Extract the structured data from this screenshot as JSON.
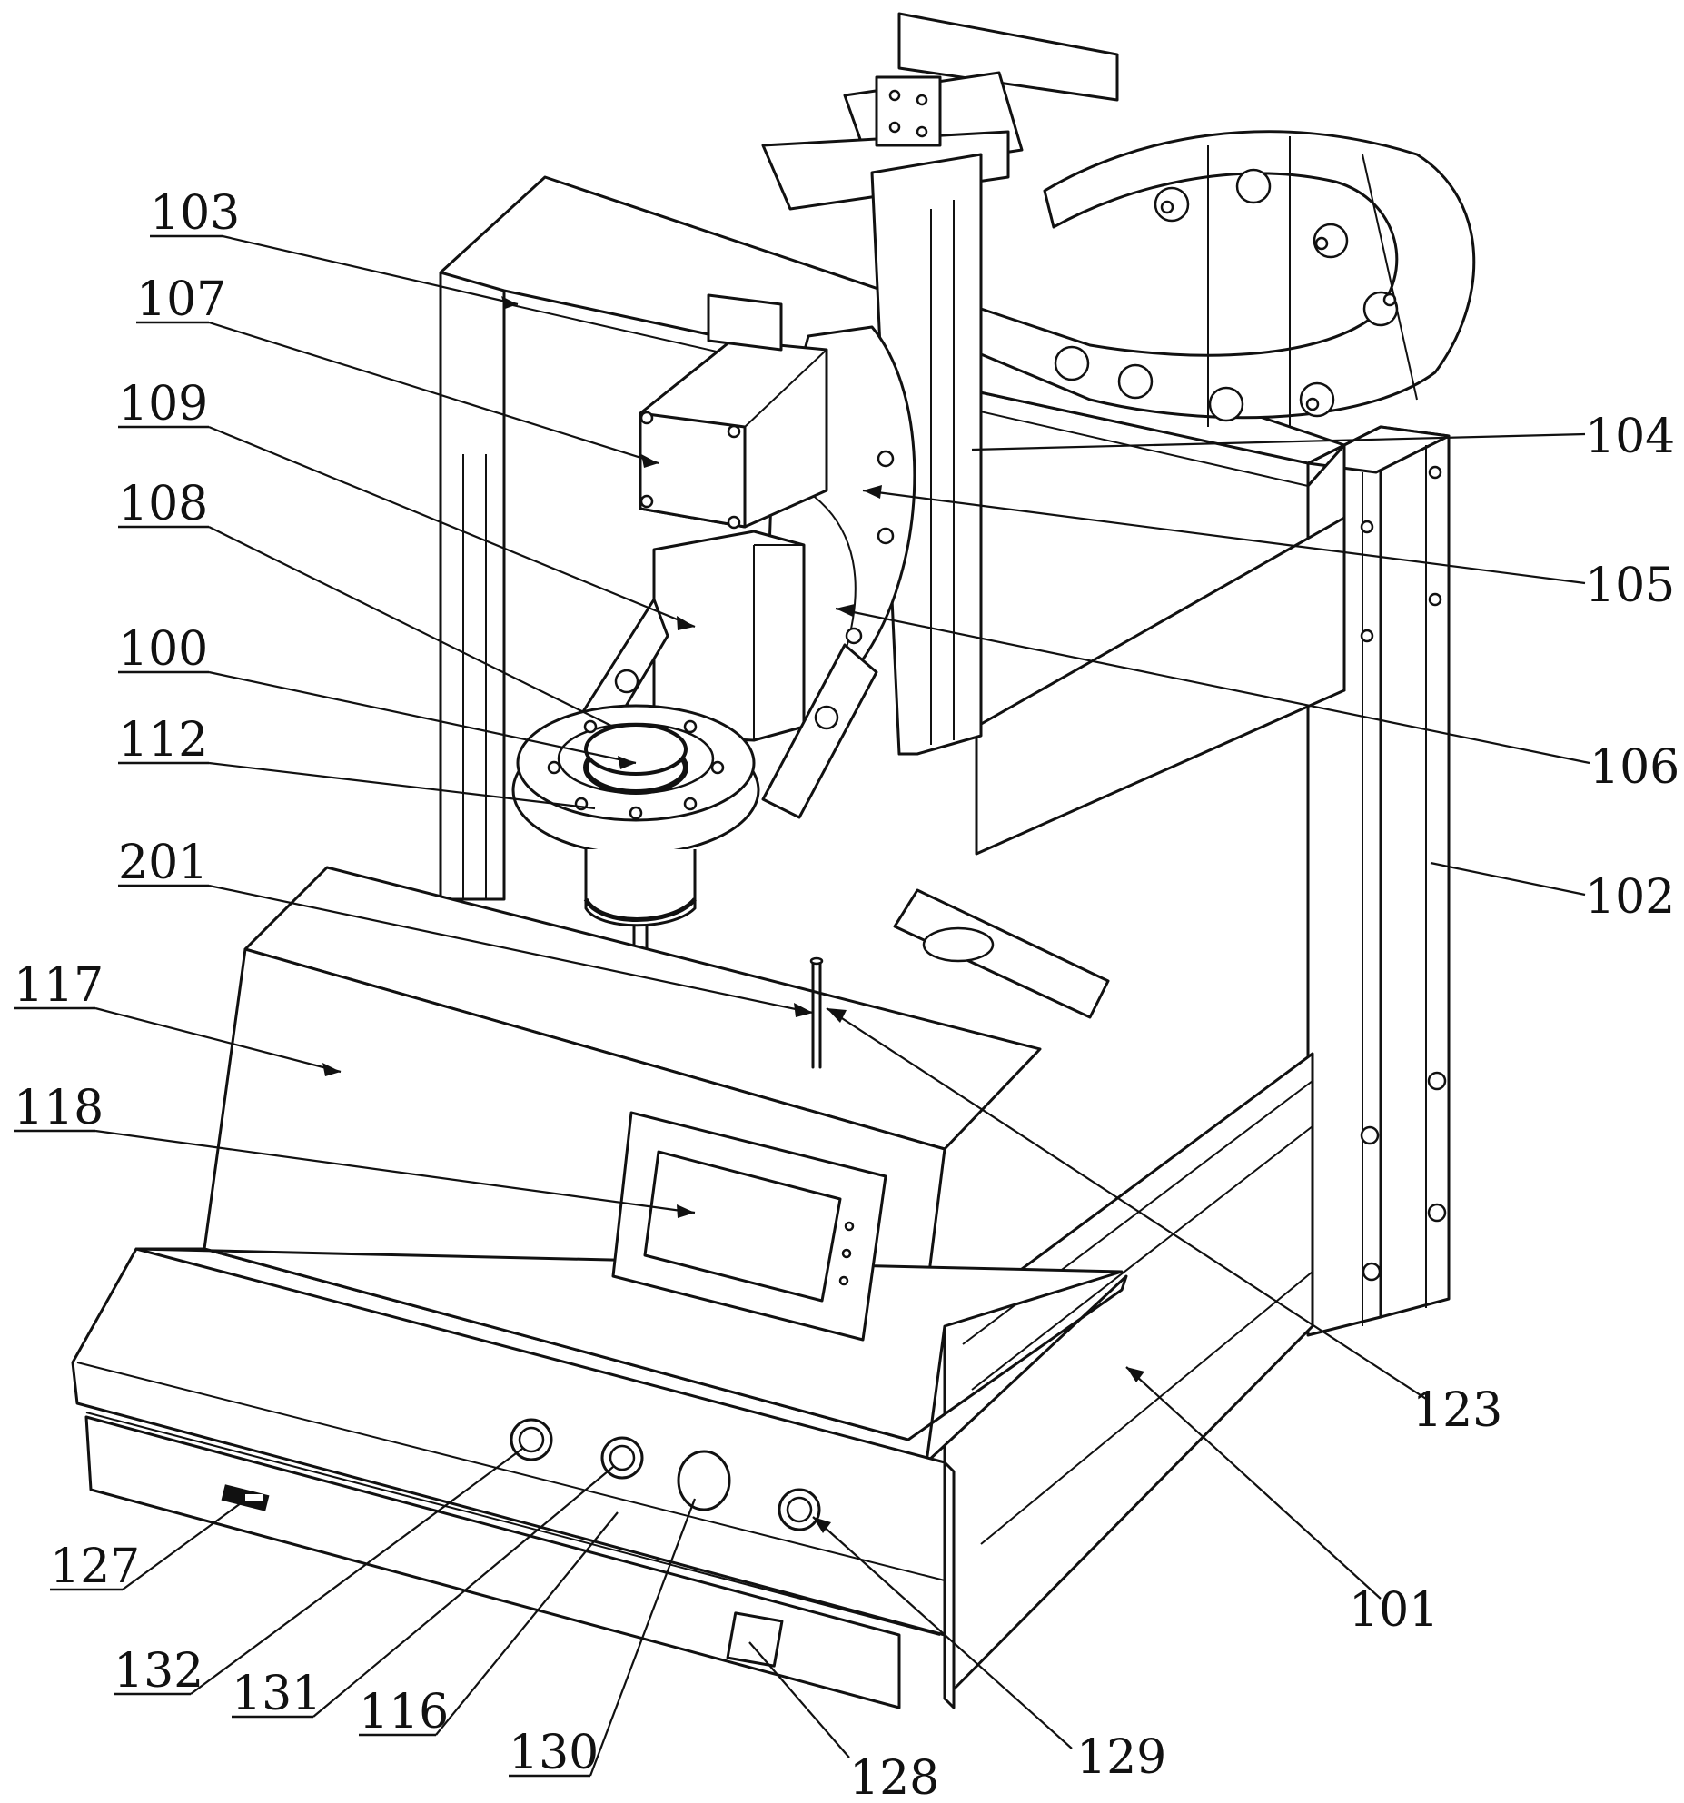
{
  "labels": {
    "l100": "100",
    "l101": "101",
    "l102": "102",
    "l103": "103",
    "l104": "104",
    "l105": "105",
    "l106": "106",
    "l107": "107",
    "l108": "108",
    "l109": "109",
    "l112": "112",
    "l116": "116",
    "l117": "117",
    "l118": "118",
    "l123": "123",
    "l127": "127",
    "l128": "128",
    "l129": "129",
    "l130": "130",
    "l131": "131",
    "l132": "132",
    "l201": "201"
  },
  "colors": {
    "line": "#111111",
    "background": "#ffffff"
  }
}
